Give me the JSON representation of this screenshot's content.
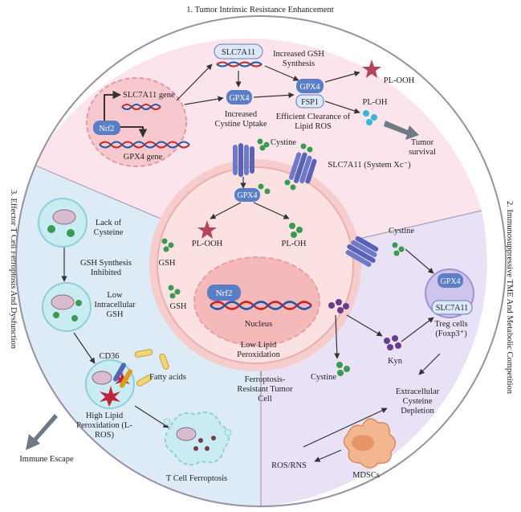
{
  "sections": {
    "top_title": "1. Tumor Intrinsic Resistance Enhancement",
    "right_title": "2. Immunosuppressive TME And Metabolic Competition",
    "left_title": "3. Effector T Cell Ferroptosis And Dysfunction"
  },
  "top": {
    "slc7a11_gene": "SLC7A11 gene",
    "nrf2": "Nrf2",
    "gpx4_gene": "GPX4 gene",
    "slc7a11": "SLC7A11",
    "increased_gsh_1": "Increased GSH",
    "increased_gsh_2": "Synthesis",
    "gpx4": "GPX4",
    "fsp1": "FSP1",
    "increased_cystine_1": "Increased",
    "increased_cystine_2": "Cystine Uptake",
    "efficient_1": "Efficient Clearance of",
    "efficient_2": "Lipid ROS",
    "pl_ooh": "PL-OOH",
    "pl_oh": "PL-OH",
    "tumor_survival_1": "Tumor",
    "tumor_survival_2": "survival"
  },
  "center": {
    "cystine": "Cystine",
    "slc7a11_system": "SLC7A11 (System Xc⁻)",
    "gpx4": "GPX4",
    "pl_ooh": "PL-OOH",
    "pl_oh": "PL-OH",
    "gsh_a": "GSH",
    "gsh_b": "GSH",
    "nrf2": "Nrf2",
    "nucleus": "Nucleus",
    "low_lipid_1": "Low Lipid",
    "low_lipid_2": "Peroxidation",
    "cell_label_1": "Ferroptosis-",
    "cell_label_2": "Resistant Tumor",
    "cell_label_3": "Cell"
  },
  "left": {
    "lack_1": "Lack of",
    "lack_2": "Cysteine",
    "gsh_inhib_1": "GSH Synthesis",
    "gsh_inhib_2": "Inhibited",
    "low_gsh_1": "Low",
    "low_gsh_2": "Intracellular",
    "low_gsh_3": "GSH",
    "cd36": "CD36",
    "fatty_acids": "Fatty acids",
    "high_lipid_1": "High Lipid",
    "high_lipid_2": "Peroxidation (L-",
    "high_lipid_3": "ROS)",
    "immune_escape": "Immune Escape",
    "t_cell_ferroptosis": "T Cell Ferroptosis"
  },
  "right": {
    "cystine_top": "Cystine",
    "gpx4": "GPX4",
    "slc7a11": "SLC7A11",
    "treg_1": "Treg cells",
    "treg_2": "(Foxp3⁺)",
    "kyn": "Kyn",
    "cystine_bottom": "Cystine",
    "extracellular_1": "Extracellular",
    "extracellular_2": "Cysteine",
    "extracellular_3": "Depletion",
    "ros_rns": "ROS/RNS",
    "mdscs": "MDSCs"
  },
  "colors": {
    "top_sector": "#fbe4ec",
    "right_sector": "#e9e2f6",
    "left_sector": "#ddebf6",
    "outer_ring": "#9a8fa6",
    "tumor_cell": "#f8d2d2",
    "tumor_ring": "#e9a6a6",
    "nucleus": "#f5b9b9",
    "dna_red": "#c62828",
    "dna_blue": "#1e5aa8",
    "protein_blue": "#5b7fc7",
    "molecule_green": "#3a9a52",
    "molecule_purple": "#6a3d8c",
    "pl_ooh_star": "#b2455a",
    "cyan_dot": "#38b6d8",
    "arrow_gray": "#6e7b86"
  }
}
